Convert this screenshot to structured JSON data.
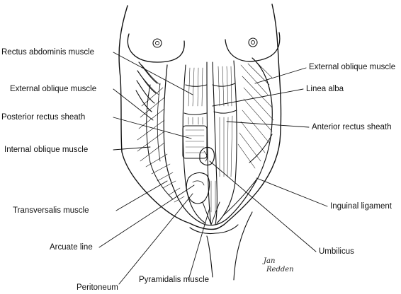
{
  "labels": {
    "rectus_abdominis": "Rectus abdominis muscle",
    "external_oblique_left": "External oblique muscle",
    "posterior_rectus_sheath": "Posterior rectus sheath",
    "internal_oblique": "Internal oblique muscle",
    "transversalis": "Transversalis muscle",
    "arcuate_line": "Arcuate line",
    "peritoneum": "Peritoneum",
    "pyramidalis": "Pyramidalis muscle",
    "external_oblique_right": "External oblique muscle",
    "linea_alba": "Linea alba",
    "anterior_rectus_sheath": "Anterior rectus sheath",
    "inguinal_ligament": "Inguinal ligament",
    "umbilicus": "Umbilicus"
  },
  "signature": {
    "line1": "Jan",
    "line2": "Redden"
  },
  "colors": {
    "ink": "#111111",
    "paper": "#ffffff"
  }
}
